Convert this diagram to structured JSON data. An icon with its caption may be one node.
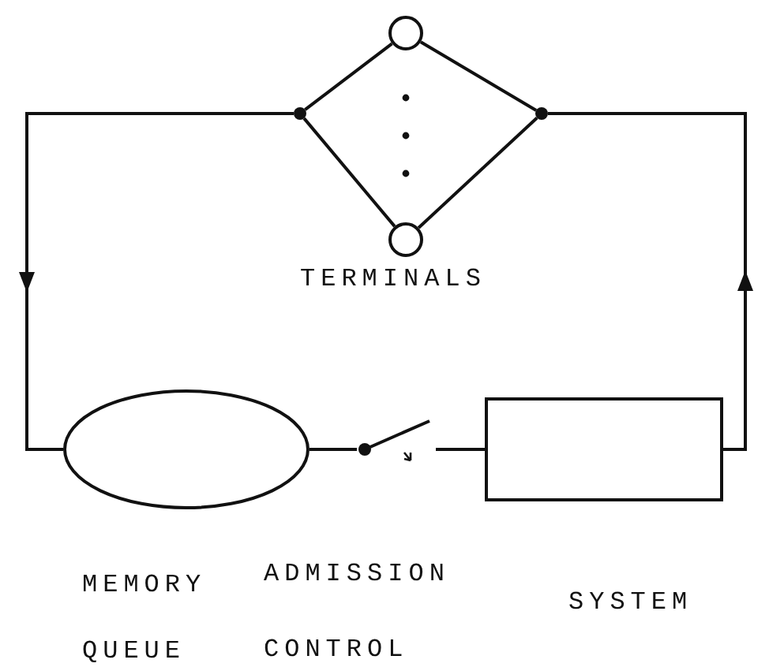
{
  "diagram": {
    "nodes": [
      {
        "text": [],
        "shape": "circle"
      },
      {
        "text": [],
        "shape": "dot"
      },
      {
        "text": [],
        "shape": "dot"
      },
      {
        "text": [],
        "shape": "circle"
      },
      {
        "text": [],
        "shape": "ellipse"
      },
      {
        "text": [],
        "shape": "switch"
      },
      {
        "text": [],
        "shape": "box"
      }
    ],
    "edges": [
      {
        "from": 1,
        "to": 0,
        "arrow": "none"
      },
      {
        "from": 1,
        "to": 3,
        "arrow": "none"
      },
      {
        "from": 0,
        "to": 2,
        "arrow": "none"
      },
      {
        "from": 3,
        "to": 2,
        "arrow": "none"
      },
      {
        "from": 1,
        "to": 4,
        "arrow": "to"
      },
      {
        "from": 4,
        "to": 5,
        "arrow": "none"
      },
      {
        "from": 5,
        "to": 6,
        "arrow": "none"
      },
      {
        "from": 6,
        "to": 2,
        "arrow": "to"
      }
    ],
    "labels": [
      "TERMINALS",
      "MEMORY QUEUE",
      "ADMISSION CONTROL",
      "SYSTEM"
    ]
  }
}
